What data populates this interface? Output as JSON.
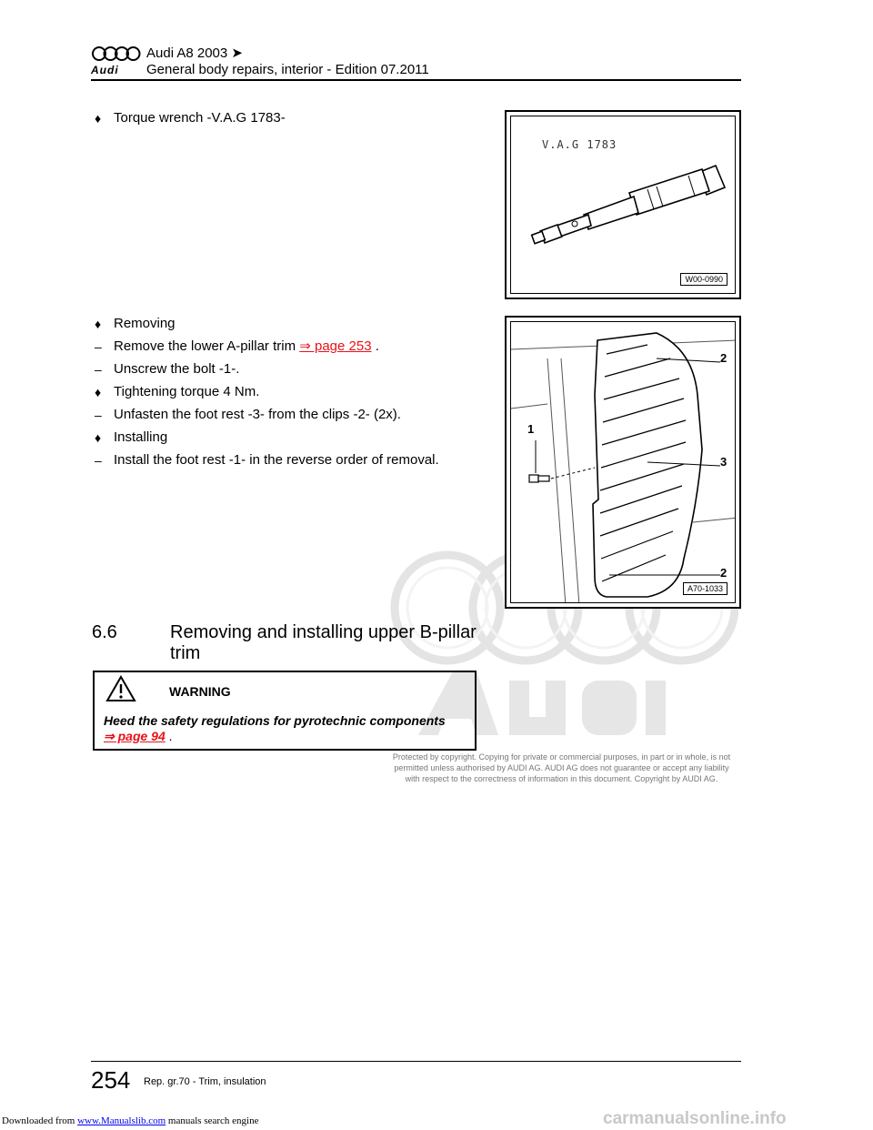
{
  "header": {
    "title": "Audi A8 2003 ➤",
    "subtitle": "General body repairs, interior - Edition 07.2011",
    "logo_word": "Audi"
  },
  "items": [
    {
      "marker": "♦",
      "text": "Torque wrench -V.A.G 1783-"
    },
    {
      "marker": "♦",
      "text": "Removing"
    },
    {
      "marker": "–",
      "text": "Remove the lower A-pillar trim",
      "link": "⇒ page 253",
      "suffix": " ."
    },
    {
      "marker": "–",
      "text": "Unscrew the bolt -1-."
    },
    {
      "marker": "♦",
      "text": "Tightening torque 4 Nm."
    },
    {
      "marker": "–",
      "text": "Unfasten the foot rest -3- from the clips -2- (2x)."
    },
    {
      "marker": "♦",
      "text": "Installing"
    },
    {
      "marker": "–",
      "text": "Install the foot rest -1- in the reverse order of removal."
    }
  ],
  "figure1": {
    "caption": "V.A.G 1783",
    "code": "W00-0990"
  },
  "figure2": {
    "code": "A70-1033",
    "labels": [
      "2",
      "1",
      "3",
      "2"
    ]
  },
  "section": {
    "number": "6.6",
    "title_line1": "Removing and installing upper B-pillar",
    "title_line2": "trim"
  },
  "warning": {
    "title": "WARNING",
    "text": "Heed the safety regulations for pyrotechnic components",
    "link": "⇒ page 94",
    "suffix": " ."
  },
  "protection_notice": "Protected by copyright. Copying for private or commercial purposes, in part or in whole, is not permitted unless authorised by AUDI AG. AUDI AG does not guarantee or accept any liability with respect to the correctness of information in this document. Copyright by AUDI AG.",
  "footer": {
    "page_number": "254",
    "chapter": "Rep. gr.70 - Trim, insulation"
  },
  "banner": {
    "prefix": "Downloaded from",
    "link": "www.Manualslib.com",
    "suffix": " manuals search engine",
    "right": "carmanualsonline.info"
  }
}
